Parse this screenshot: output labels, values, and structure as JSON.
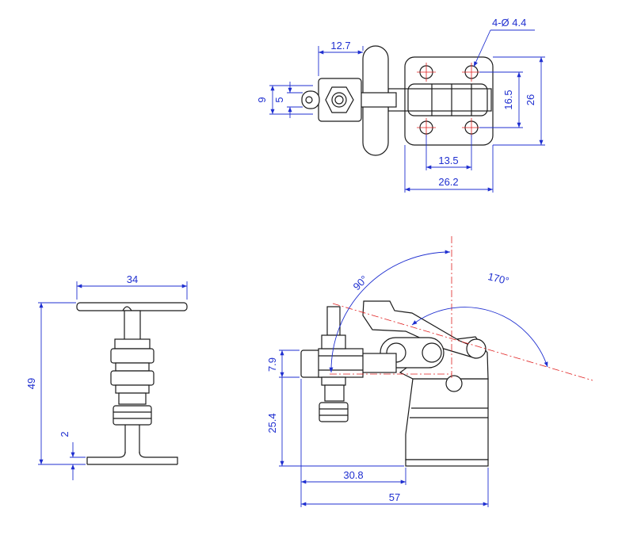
{
  "diagram": {
    "top_view": {
      "dim_handle_offset": "12.7",
      "dim_hole_spec": "4-Ø 4.4",
      "dim_overall_h_left": "9",
      "dim_inner_h_left": "5",
      "dim_hole_spacing_v": "16.5",
      "dim_base_h": "26",
      "dim_hole_spacing_h": "13.5",
      "dim_base_w": "26.2"
    },
    "end_view": {
      "dim_width": "34",
      "dim_height": "49",
      "dim_base_thk": "2"
    },
    "side_view": {
      "angle_open": "90°",
      "angle_handle": "170°",
      "dim_spindle_h": "7.9",
      "dim_height": "25.4",
      "dim_reach": "30.8",
      "dim_length": "57"
    }
  },
  "colors": {
    "dimension": "#1f2fd0",
    "centerline": "#e02020",
    "outline": "#1a1a1a"
  }
}
